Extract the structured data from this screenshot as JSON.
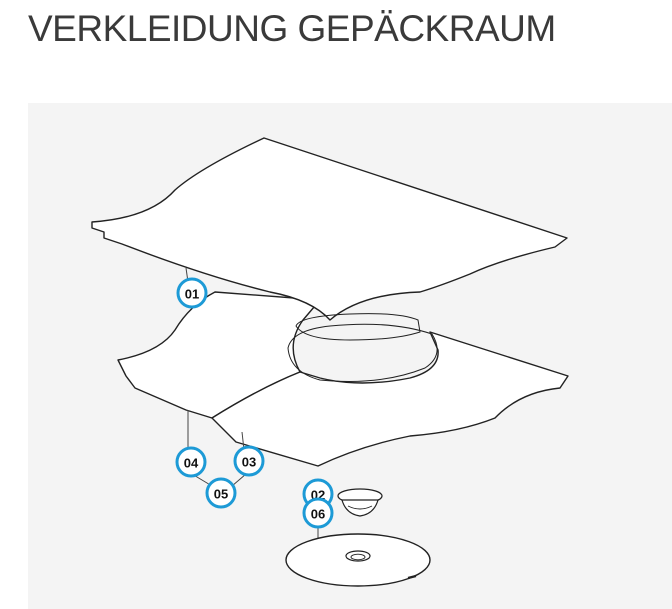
{
  "page": {
    "title": "VERKLEIDUNG GEPÄCKRAUM"
  },
  "diagram": {
    "callouts": [
      {
        "label": "01"
      },
      {
        "label": "02"
      },
      {
        "label": "03"
      },
      {
        "label": "04"
      },
      {
        "label": "05"
      },
      {
        "label": "06"
      }
    ]
  },
  "colors": {
    "callout_border": "#1d9ad6",
    "panel_background": "#f4f4f4",
    "title_text": "#3a3a3a"
  }
}
